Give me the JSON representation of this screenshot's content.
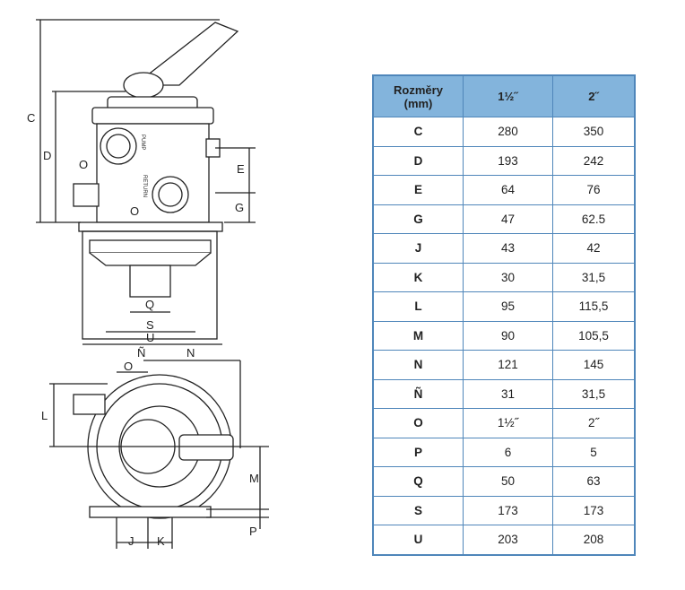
{
  "diagram": {
    "labels": {
      "C": "C",
      "D": "D",
      "O_top": "O",
      "E": "E",
      "O_mid": "O",
      "G": "G",
      "Q": "Q",
      "S": "S",
      "U": "U",
      "N_tilde": "Ñ",
      "N": "N",
      "O_bottom": "O",
      "L": "L",
      "M": "M",
      "P": "P",
      "J": "J",
      "K": "K"
    },
    "pump_text": "PUMP",
    "return_text": "RETURN"
  },
  "table": {
    "headers": [
      "Rozměry\n(mm)",
      "1½˝",
      "2˝"
    ],
    "header_line1": "Rozměry",
    "header_line2": "(mm)",
    "rows": [
      [
        "C",
        "280",
        "350"
      ],
      [
        "D",
        "193",
        "242"
      ],
      [
        "E",
        "64",
        "76"
      ],
      [
        "G",
        "47",
        "62.5"
      ],
      [
        "J",
        "43",
        "42"
      ],
      [
        "K",
        "30",
        "31,5"
      ],
      [
        "L",
        "95",
        "115,5"
      ],
      [
        "M",
        "90",
        "105,5"
      ],
      [
        "N",
        "121",
        "145"
      ],
      [
        "Ñ",
        "31",
        "31,5"
      ],
      [
        "O",
        "1½˝",
        "2˝"
      ],
      [
        "P",
        "6",
        "5"
      ],
      [
        "Q",
        "50",
        "63"
      ],
      [
        "S",
        "173",
        "173"
      ],
      [
        "U",
        "203",
        "208"
      ]
    ]
  },
  "colors": {
    "header_bg": "#83b4dc",
    "border": "#4f86ba"
  }
}
